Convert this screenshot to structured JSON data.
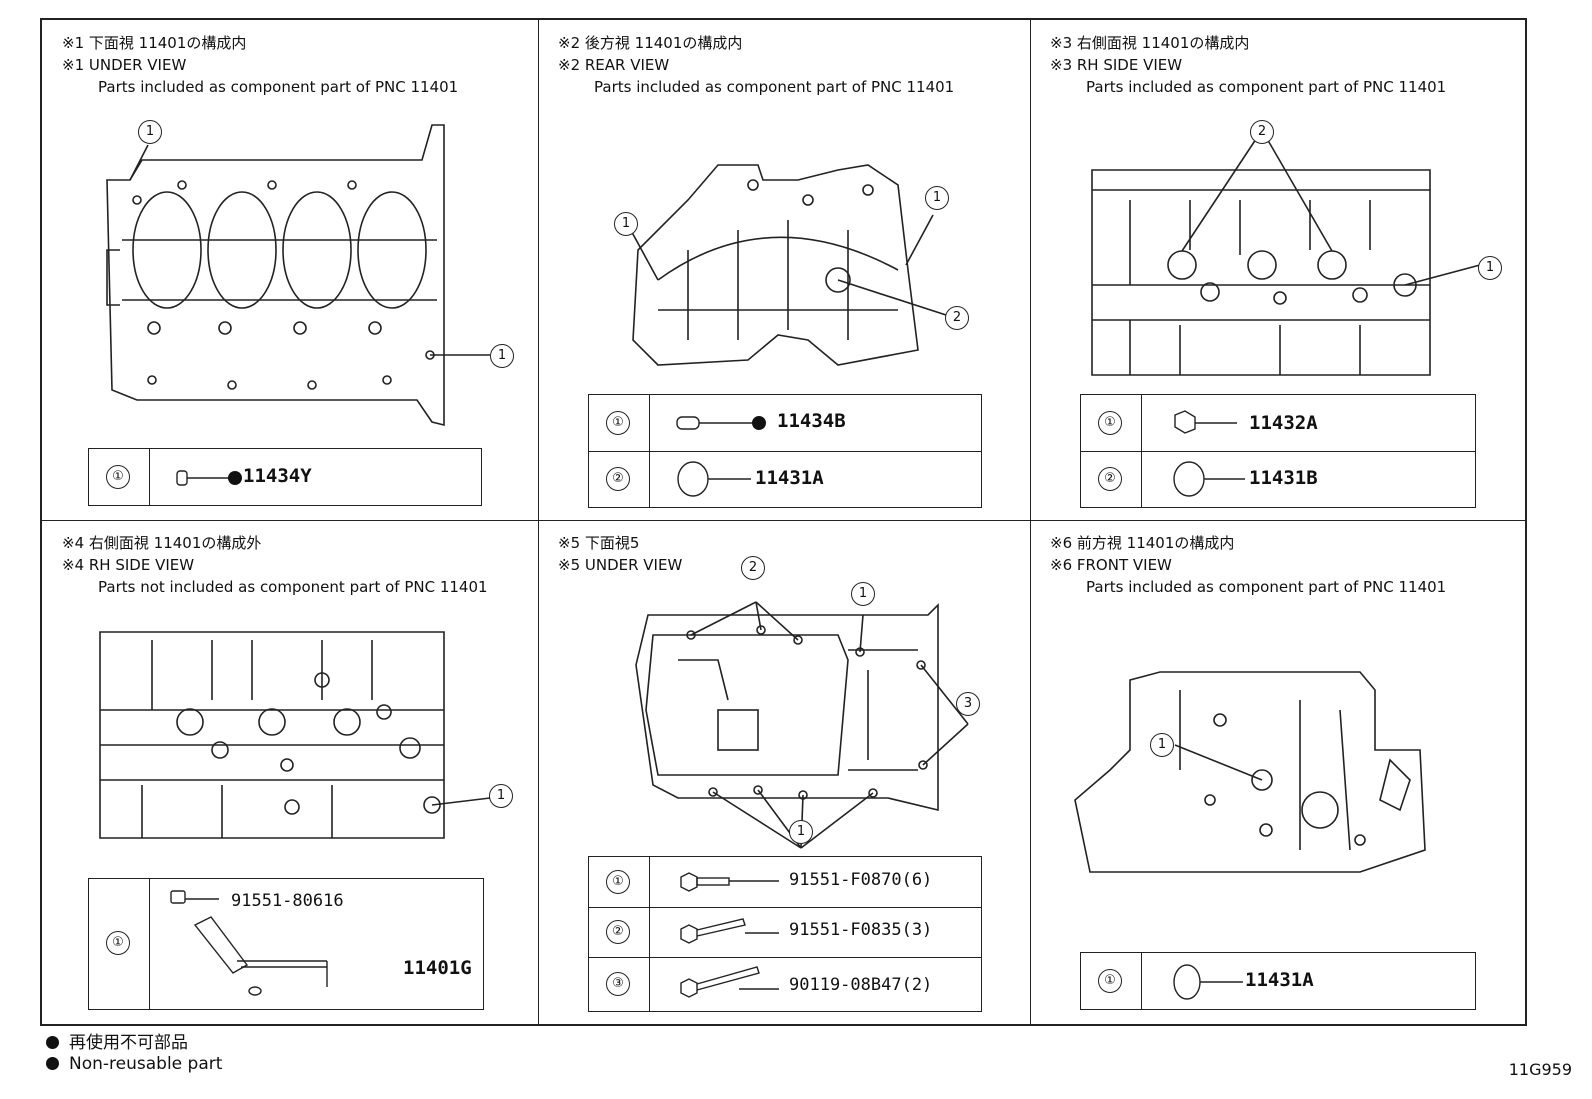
{
  "panels": [
    {
      "jp": "※1 下面視 11401の構成内",
      "en": "※1 UNDER VIEW",
      "note": "Parts included as component part of PNC 11401",
      "rows": [
        {
          "num": "①",
          "part": "11434Y",
          "nonreusable": true
        }
      ]
    },
    {
      "jp": "※2 後方視 11401の構成内",
      "en": "※2 REAR VIEW",
      "note": "Parts included as component part of PNC 11401",
      "rows": [
        {
          "num": "①",
          "part": "11434B",
          "nonreusable": true
        },
        {
          "num": "②",
          "part": "11431A",
          "nonreusable": false
        }
      ]
    },
    {
      "jp": "※3 右側面視 11401の構成内",
      "en": "※3 RH SIDE VIEW",
      "note": "Parts included as component part of PNC 11401",
      "rows": [
        {
          "num": "①",
          "part": "11432A",
          "nonreusable": false
        },
        {
          "num": "②",
          "part": "11431B",
          "nonreusable": false
        }
      ]
    },
    {
      "jp": "※4 右側面視 11401の構成外",
      "en": "※4 RH SIDE VIEW",
      "note": "Parts not included as component part of PNC 11401",
      "rows": [
        {
          "num": "①",
          "part_a": "91551-80616",
          "part_b": "11401G"
        }
      ]
    },
    {
      "jp": "※5 下面視5",
      "en": "※5 UNDER VIEW",
      "note": "",
      "rows": [
        {
          "num": "①",
          "part": "91551-F0870(6)"
        },
        {
          "num": "②",
          "part": "91551-F0835(3)"
        },
        {
          "num": "③",
          "part": "90119-08B47(2)"
        }
      ]
    },
    {
      "jp": "※6 前方視 11401の構成内",
      "en": "※6 FRONT VIEW",
      "note": "Parts included as component part of PNC 11401",
      "rows": [
        {
          "num": "①",
          "part": "11431A",
          "nonreusable": false
        }
      ]
    }
  ],
  "callouts": {
    "one": "1",
    "two": "2",
    "three": "3"
  },
  "legend": {
    "jp": "再使用不可部品",
    "en": "Non-reusable part"
  },
  "figure_id": "11G959"
}
